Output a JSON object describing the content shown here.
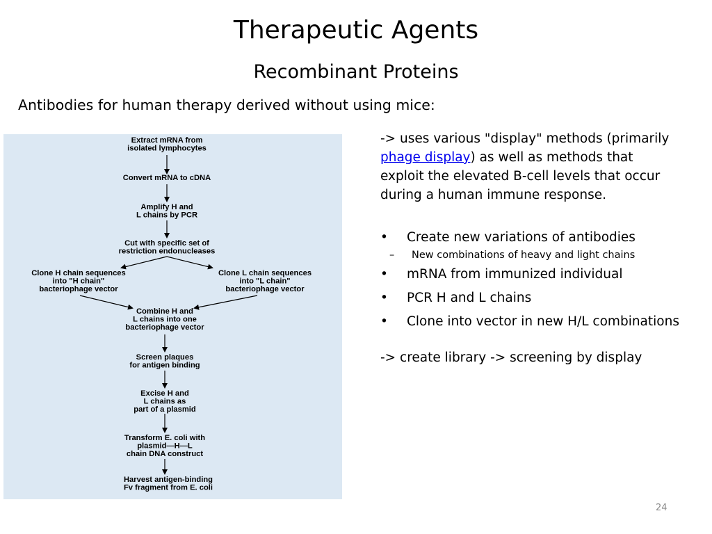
{
  "title": "Therapeutic Agents",
  "subtitle": "Recombinant Proteins",
  "intro": "Antibodies for human therapy derived without using mice:",
  "figure": {
    "steps": [
      [
        "Extract mRNA from",
        "isolated lymphocytes"
      ],
      [
        "Convert mRNA to cDNA"
      ],
      [
        "Amplify H and",
        "L chains by PCR"
      ],
      [
        "Cut with specific set of",
        "restriction endonucleases"
      ],
      [
        "Clone H chain sequences",
        "into \"H chain\"",
        "bacteriophage vector"
      ],
      [
        "Clone L chain sequences",
        "into \"L chain\"",
        "bacteriophage vector"
      ],
      [
        "Combine H and",
        "L chains into one",
        "bacteriophage vector"
      ],
      [
        "Screen plaques",
        "for antigen binding"
      ],
      [
        "Excise H and",
        "L chains as",
        "part of a plasmid"
      ],
      [
        "Transform E. coli with",
        "plasmid—H—L",
        "chain DNA construct"
      ],
      [
        "Harvest antigen-binding",
        "Fv fragment from E. coli"
      ]
    ]
  },
  "description": {
    "prefix": "-> uses various \"display\" methods (primarily ",
    "link": "phage display",
    "suffix": ") as well as methods that exploit the elevated B-cell levels that occur during a human immune response."
  },
  "bullets": [
    {
      "text": "Create new variations of antibodies",
      "sub": [
        "New combinations of heavy and light chains"
      ]
    },
    {
      "text": "mRNA from immunized individual"
    },
    {
      "text": "PCR H and L chains"
    },
    {
      "text": "Clone into vector in new H/L combinations"
    }
  ],
  "footer_text": "-> create library -> screening by display",
  "page_number": "24"
}
